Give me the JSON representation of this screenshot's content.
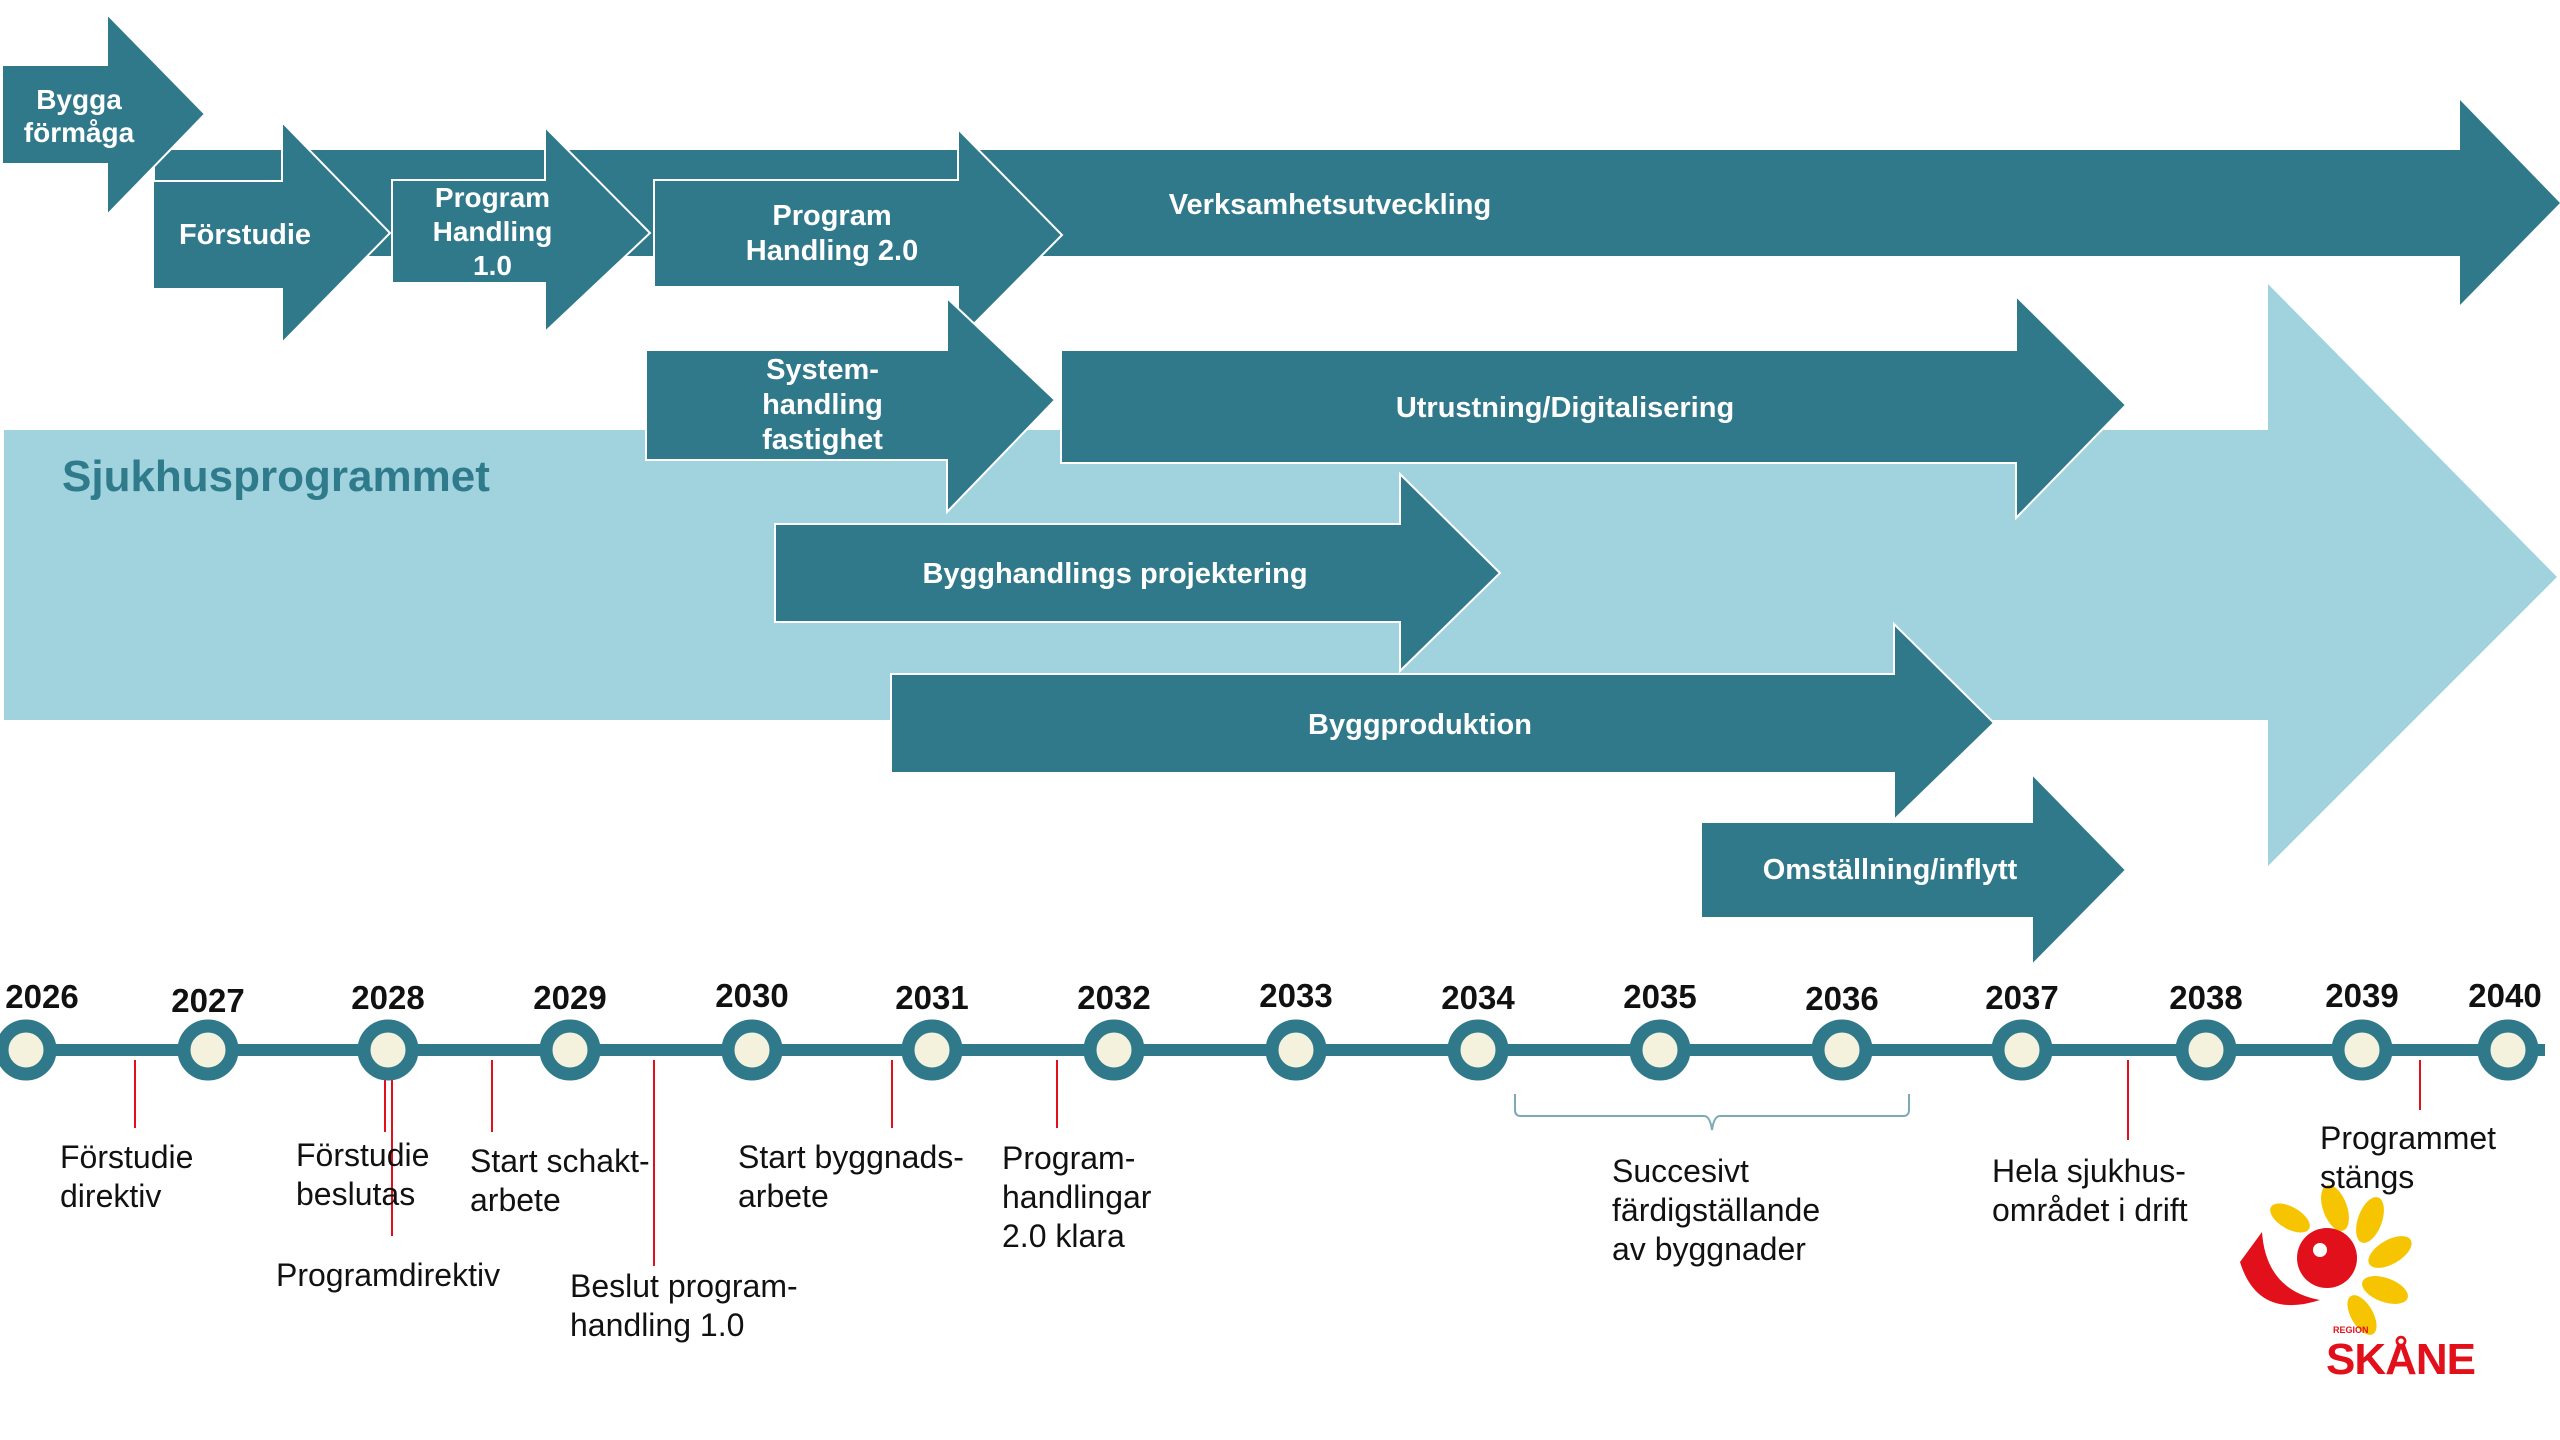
{
  "program_title": "Sjukhusprogrammet",
  "phases": {
    "bygga_formaga": "Bygga\nförmåga",
    "forstudie": "Förstudie",
    "program_handling_1": "Program\nHandling\n1.0",
    "program_handling_2": "Program\nHandling 2.0",
    "verksamhetsutveckling": "Verksamhetsutveckling",
    "systemhandling": "System-\nhandling\nfastighet",
    "utrustning": "Utrustning/Digitalisering",
    "bygghandlings": "Bygghandlings projektering",
    "byggproduktion": "Byggproduktion",
    "omstallning": "Omställning/inflytt"
  },
  "timeline": {
    "years": [
      "2026",
      "2027",
      "2028",
      "2029",
      "2030",
      "2031",
      "2032",
      "2033",
      "2034",
      "2035",
      "2036",
      "2037",
      "2038",
      "2039",
      "2040"
    ]
  },
  "milestones": {
    "forstudiedirektiv": "Förstudie\ndirektiv",
    "forstudie_beslutas": "Förstudie\nbeslutas",
    "programdirektiv": "Programdirektiv",
    "start_schakt": "Start schakt-\narbete",
    "beslut_program": "Beslut program-\nhandling 1.0",
    "start_byggnad": "Start byggnads-\narbete",
    "programhandlingar": "Program-\nhandlingar\n2.0 klara",
    "succesivt": "Succesivt\nfärdigställande\nav byggnader",
    "hela_sjukhus": "Hela sjukhus-\nområdet i drift",
    "programmet_stangs": "Programmet\nstängs"
  },
  "logo": {
    "region": "REGION",
    "name": "SKÅNE"
  },
  "colors": {
    "dark": "#30798b",
    "light": "#a1d3df",
    "accent_red": "#e2101b",
    "logo_yellow": "#f6c400"
  }
}
